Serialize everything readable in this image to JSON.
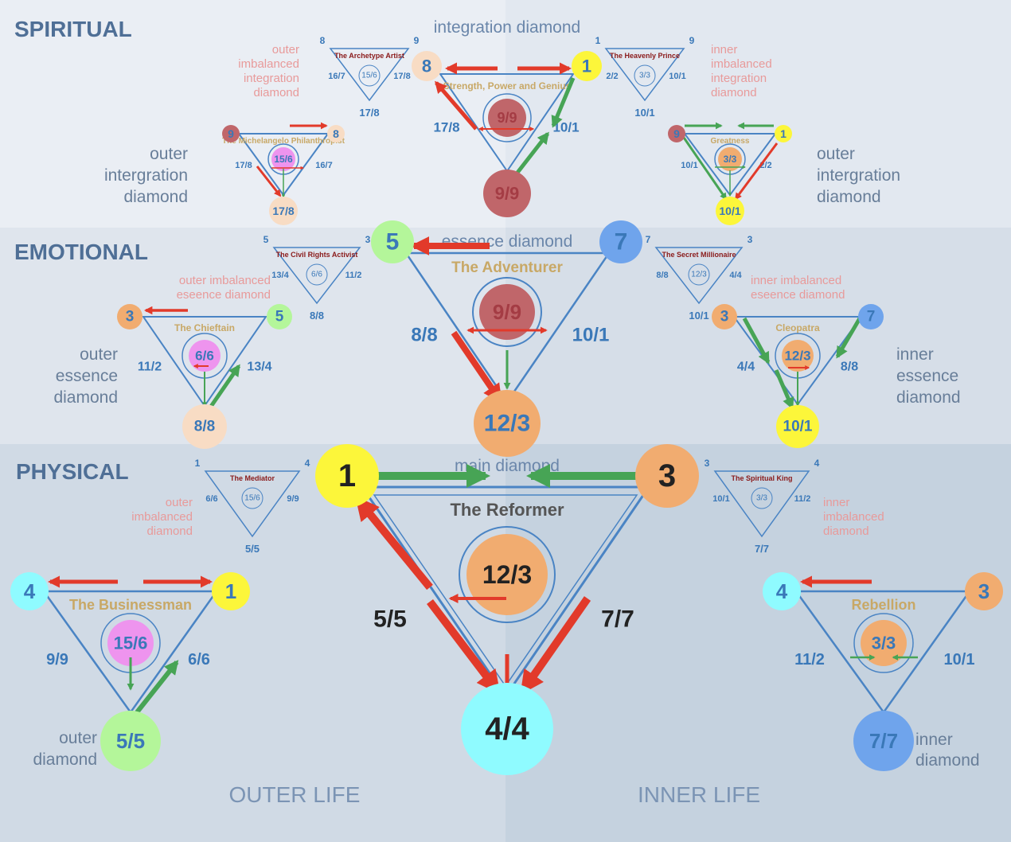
{
  "colors": {
    "band_spiritual": "#e8ecf2",
    "band_emotional": "#dde3eb",
    "band_physical": "#ced9e4",
    "tri": "#4a84c4",
    "num": "#3a78b8",
    "sec": "#4f6f96",
    "ann": "#e89a9a",
    "title": "#c8a866",
    "dark": "#222222",
    "red": "#e23a2a",
    "green": "#47a455",
    "yellow": "#fcf63a",
    "peach": "#f8dcc4",
    "brown": "#c0666a",
    "green_light": "#b4f69a",
    "blue": "#6fa4ec",
    "orange": "#f1ac70",
    "pink": "#ee94ee",
    "cyan": "#8ffbff"
  },
  "sections": {
    "spiritual": "SPIRITUAL",
    "emotional": "EMOTIONAL",
    "physical": "PHYSICAL"
  },
  "footer": {
    "outer": "OUTER LIFE",
    "inner": "INNER LIFE"
  },
  "main": {
    "caption": "main diamond",
    "title": "The Reformer",
    "left": "1",
    "right": "3",
    "bottom": "4/4",
    "center": "12/3",
    "left_edge": "5/5",
    "right_edge": "7/7"
  },
  "essence": {
    "caption": "essence diamond",
    "title": "The Adventurer",
    "left": "5",
    "right": "7",
    "bottom": "12/3",
    "center": "9/9",
    "left_edge": "8/8",
    "right_edge": "10/1"
  },
  "integration": {
    "caption": "integration diamond",
    "title": "Strength, Power and Genius",
    "left": "8",
    "right": "1",
    "bottom": "9/9",
    "center": "9/9",
    "left_edge": "17/8",
    "right_edge": "10/1"
  },
  "outer_diamond": {
    "label": [
      "outer",
      "diamond"
    ],
    "title": "The Businessman",
    "left": "4",
    "right": "1",
    "bottom": "5/5",
    "center": "15/6",
    "left_edge": "9/9",
    "right_edge": "6/6"
  },
  "inner_diamond": {
    "label": [
      "inner",
      "diamond"
    ],
    "title": "Rebellion",
    "left": "4",
    "right": "3",
    "bottom": "7/7",
    "center": "3/3",
    "left_edge": "11/2",
    "right_edge": "10/1"
  },
  "outer_essence": {
    "label": [
      "outer",
      "essence",
      "diamond"
    ],
    "title": "The Chieftain",
    "left": "3",
    "right": "5",
    "bottom": "8/8",
    "center": "6/6",
    "left_edge": "11/2",
    "right_edge": "13/4"
  },
  "inner_essence": {
    "label": [
      "inner",
      "essence",
      "diamond"
    ],
    "title": "Cleopatra",
    "left": "3",
    "right": "7",
    "bottom": "10/1",
    "center": "12/3",
    "left_edge": "4/4",
    "right_edge": "8/8"
  },
  "outer_integration": {
    "label": [
      "outer",
      "intergration",
      "diamond"
    ],
    "title": "The Michelangelo Philanthropist",
    "left": "9",
    "right": "8",
    "bottom": "17/8",
    "center": "15/6",
    "left_edge": "17/8",
    "right_edge": "16/7"
  },
  "inner_integration": {
    "label": [
      "outer",
      "intergration",
      "diamond"
    ],
    "title": "Greatness",
    "left": "9",
    "right": "1",
    "bottom": "10/1",
    "center": "3/3",
    "left_edge": "10/1",
    "right_edge": "2/2"
  },
  "imbalanced": {
    "outer_physical": {
      "label": [
        "outer",
        "imbalanced",
        "diamond"
      ],
      "title": "The Mediator",
      "tl": "1",
      "tr": "4",
      "left": "6/6",
      "right": "9/9",
      "center": "15/6",
      "bottom": "5/5"
    },
    "inner_physical": {
      "label": [
        "inner",
        "imbalanced",
        "diamond"
      ],
      "title": "The Spiritual King",
      "tl": "3",
      "tr": "4",
      "left": "10/1",
      "right": "11/2",
      "center": "3/3",
      "bottom": "7/7"
    },
    "outer_essence": {
      "label": [
        "outer imbalanced",
        "eseence diamond"
      ],
      "title": "The Civil Rights Activist",
      "tl": "5",
      "tr": "3",
      "left": "13/4",
      "right": "11/2",
      "center": "6/6",
      "bottom": "8/8"
    },
    "inner_essence": {
      "label": [
        "inner imbalanced",
        "eseence diamond"
      ],
      "title": "The Secret Millionaire",
      "tl": "7",
      "tr": "3",
      "left": "8/8",
      "right": "4/4",
      "center": "12/3",
      "bottom": "10/1"
    },
    "outer_integration": {
      "label": [
        "outer",
        "imbalanced",
        "integration",
        "diamond"
      ],
      "title": "The Archetype Artist",
      "tl": "8",
      "tr": "9",
      "left": "16/7",
      "right": "17/8",
      "center": "15/6",
      "bottom": "17/8"
    },
    "inner_integration": {
      "label": [
        "inner",
        "imbalanced",
        "integration",
        "diamond"
      ],
      "title": "The Heavenly Prince",
      "tl": "1",
      "tr": "9",
      "left": "2/2",
      "right": "10/1",
      "center": "3/3",
      "bottom": "10/1"
    }
  }
}
